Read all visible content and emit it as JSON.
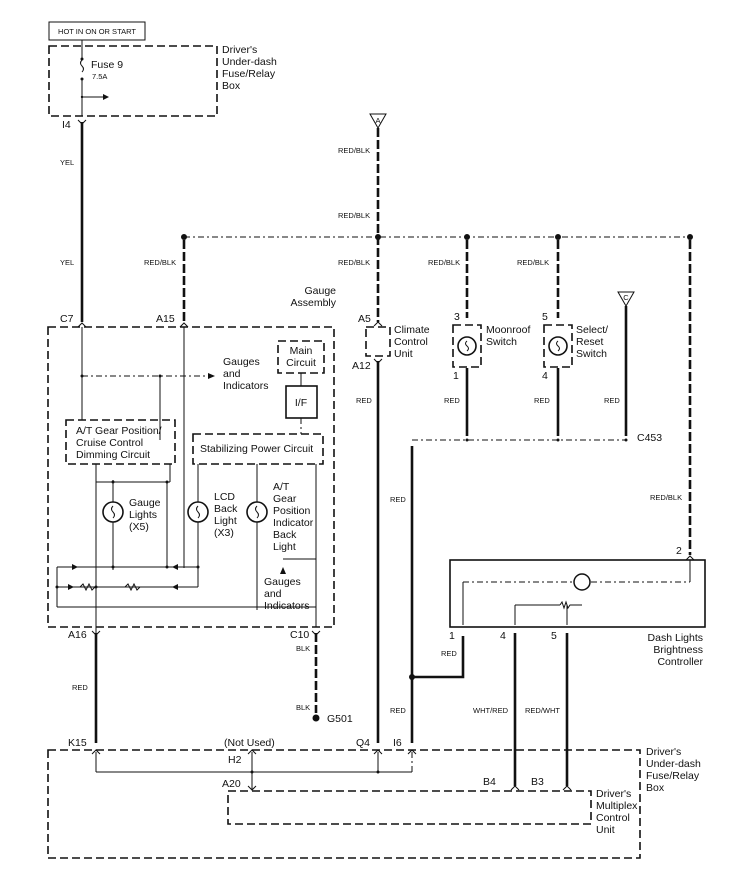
{
  "diagram": {
    "hot_label": "HOT IN ON OR START",
    "fuse_box_top": {
      "l1": "Driver's",
      "l2": "Under-dash",
      "l3": "Fuse/Relay",
      "l4": "Box"
    },
    "fuse": {
      "name": "Fuse 9",
      "rating": "7.5A"
    },
    "pins": {
      "i4": "I4",
      "c7": "C7",
      "a15": "A15",
      "a5": "A5",
      "a12": "A12",
      "p3": "3",
      "p1": "1",
      "p5": "5",
      "p4": "4",
      "c453": "C453",
      "a16": "A16",
      "c10": "C10",
      "g501": "G501",
      "k15": "K15",
      "q4": "Q4",
      "i6": "I6",
      "h2": "H2",
      "a20": "A20",
      "b4": "B4",
      "b3": "B3",
      "d2": "2",
      "d1": "1",
      "d4": "4",
      "d5": "5"
    },
    "wires": {
      "yel": "YEL",
      "red_blk": "RED/BLK",
      "red": "RED",
      "blk": "BLK",
      "wht_red": "WHT/RED",
      "red_wht": "RED/WHT"
    },
    "refs": {
      "a": "A",
      "c": "C"
    },
    "gauge_assembly": {
      "l1": "Gauge",
      "l2": "Assembly"
    },
    "gauges_indicators_1": {
      "l1": "Gauges",
      "l2": "and",
      "l3": "Indicators"
    },
    "gauges_indicators_2": {
      "l1": "Gauges",
      "l2": "and",
      "l3": "Indicators"
    },
    "main_circuit": {
      "l1": "Main",
      "l2": "Circuit"
    },
    "if_label": "I/F",
    "at_dimming": {
      "l1": "A/T Gear Position/",
      "l2": "Cruise Control",
      "l3": "Dimming Circuit"
    },
    "stabilizing": "Stabilizing Power Circuit",
    "gauge_lights": {
      "l1": "Gauge",
      "l2": "Lights",
      "l3": "(X5)"
    },
    "lcd_back": {
      "l1": "LCD",
      "l2": "Back",
      "l3": "Light",
      "l4": "(X3)"
    },
    "at_back": {
      "l1": "A/T",
      "l2": "Gear",
      "l3": "Position",
      "l4": "Indicator",
      "l5": "Back",
      "l6": "Light"
    },
    "climate": {
      "l1": "Climate",
      "l2": "Control",
      "l3": "Unit"
    },
    "moonroof": {
      "l1": "Moonroof",
      "l2": "Switch"
    },
    "select_reset": {
      "l1": "Select/",
      "l2": "Reset",
      "l3": "Switch"
    },
    "dash_controller": {
      "l1": "Dash Lights",
      "l2": "Brightness",
      "l3": "Controller"
    },
    "not_used": "(Not Used)",
    "fuse_box_bottom": {
      "l1": "Driver's",
      "l2": "Under-dash",
      "l3": "Fuse/Relay",
      "l4": "Box"
    },
    "multiplex": {
      "l1": "Driver's",
      "l2": "Multiplex",
      "l3": "Control",
      "l4": "Unit"
    }
  }
}
